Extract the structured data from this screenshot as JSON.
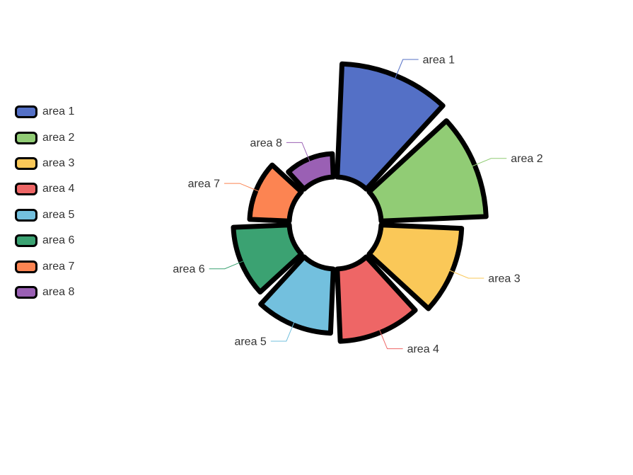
{
  "chart_data": {
    "type": "pie",
    "subtype": "nightingale-rose",
    "categories": [
      "area 1",
      "area 2",
      "area 3",
      "area 4",
      "area 5",
      "area 6",
      "area 7",
      "area 8"
    ],
    "values": [
      40,
      38,
      32,
      30,
      28,
      26,
      22,
      18
    ],
    "colors": [
      "#5470c6",
      "#91cc75",
      "#fac858",
      "#ee6666",
      "#73c0de",
      "#3ba272",
      "#fc8452",
      "#9a60b4"
    ],
    "legend_position": "left"
  }
}
